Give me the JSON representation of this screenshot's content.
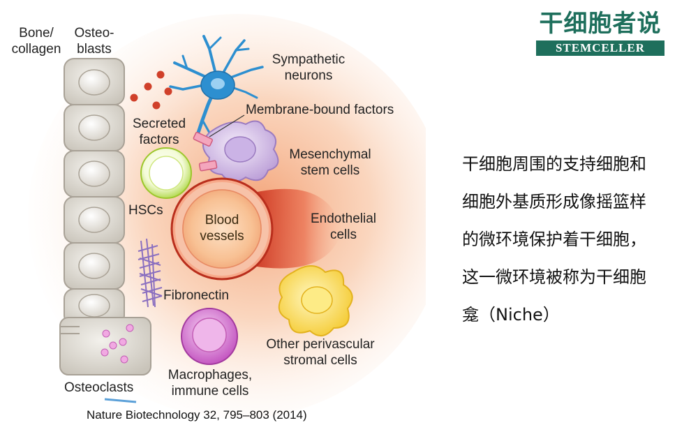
{
  "labels": {
    "bone_collagen": [
      "Bone/",
      "collagen"
    ],
    "osteoblasts": [
      "Osteo-",
      "blasts"
    ],
    "sympathetic_neurons": [
      "Sympathetic",
      "neurons"
    ],
    "membrane_bound_factors": "Membrane-bound factors",
    "secreted_factors": [
      "Secreted",
      "factors"
    ],
    "mesenchymal_stem_cells": [
      "Mesenchymal",
      "stem cells"
    ],
    "hscs": "HSCs",
    "blood_vessels": [
      "Blood",
      "vessels"
    ],
    "endothelial_cells": [
      "Endothelial",
      "cells"
    ],
    "fibronectin": "Fibronectin",
    "other_perivascular": [
      "Other perivascular",
      "stromal cells"
    ],
    "osteoclasts": "Osteoclasts",
    "macrophages": [
      "Macrophages,",
      "immune cells"
    ]
  },
  "citation": "Nature Biotechnology 32, 795–803 (2014)",
  "logo": {
    "cn": "干细胞者说",
    "en": "STEMCELLER"
  },
  "description": [
    "干细胞周围的支持细胞和",
    "细胞外基质形成像摇篮样",
    "的微环境保护着干细胞，",
    "这一微环境被称为干细胞",
    "龛（Niche）"
  ],
  "colors": {
    "glow": "#f6b48a",
    "bone": "#ddd8cf",
    "neuron": "#2d8fd0",
    "msc": "#bda3d6",
    "hsc": "#b8e04a",
    "vessel": "#d9472b",
    "fibronectin": "#8a6fc0",
    "perivascular": "#f5d13a",
    "macrophage": "#c85ac6",
    "secreted": "#d0402a"
  }
}
